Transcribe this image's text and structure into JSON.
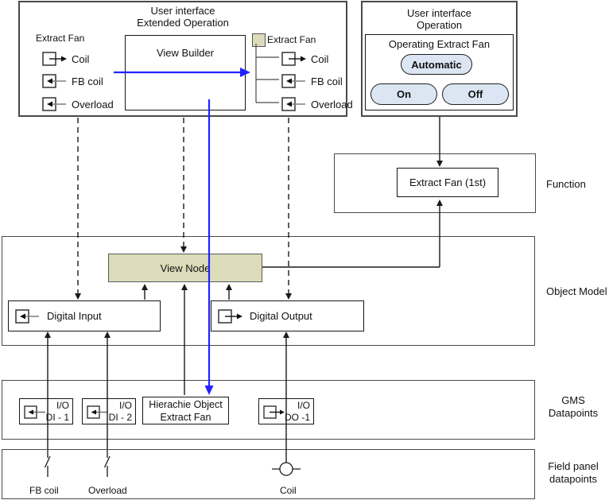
{
  "colors": {
    "tan_fill": "#dcdcba",
    "button_fill": "#dce6f3",
    "flow_blue": "#2222ff"
  },
  "extended_operation": {
    "title_line1": "User interface",
    "title_line2": "Extended Operation",
    "tree_label": "Extract Fan",
    "left_items": [
      "Coil",
      "FB coil",
      "Overload"
    ],
    "view_builder": "View Builder",
    "right_tree_label": "Extract Fan",
    "right_items": [
      "Coil",
      "FB coil",
      "Overload"
    ]
  },
  "operation": {
    "title_line1": "User interface",
    "title_line2": "Operation",
    "panel_title": "Operating Extract Fan",
    "buttons": {
      "automatic": "Automatic",
      "on": "On",
      "off": "Off"
    }
  },
  "function_section": {
    "label": "Function",
    "box": "Extract Fan (1st)"
  },
  "object_model": {
    "label": "Object Model",
    "view_node": "View Node",
    "digital_input": "Digital Input",
    "digital_output": "Digital Output"
  },
  "gms": {
    "label_line1": "GMS",
    "label_line2": "Datapoints",
    "di1": {
      "line1": "I/O",
      "line2": "DI - 1"
    },
    "di2": {
      "line1": "I/O",
      "line2": "DI - 2"
    },
    "hierarchy": {
      "line1": "Hierachie Object",
      "line2": "Extract Fan"
    },
    "do1": {
      "line1": "I/O",
      "line2": "DO -1"
    }
  },
  "field_panel": {
    "label_line1": "Field panel",
    "label_line2": "datapoints",
    "fb_coil": "FB coil",
    "overload": "Overload",
    "coil": "Coil"
  }
}
